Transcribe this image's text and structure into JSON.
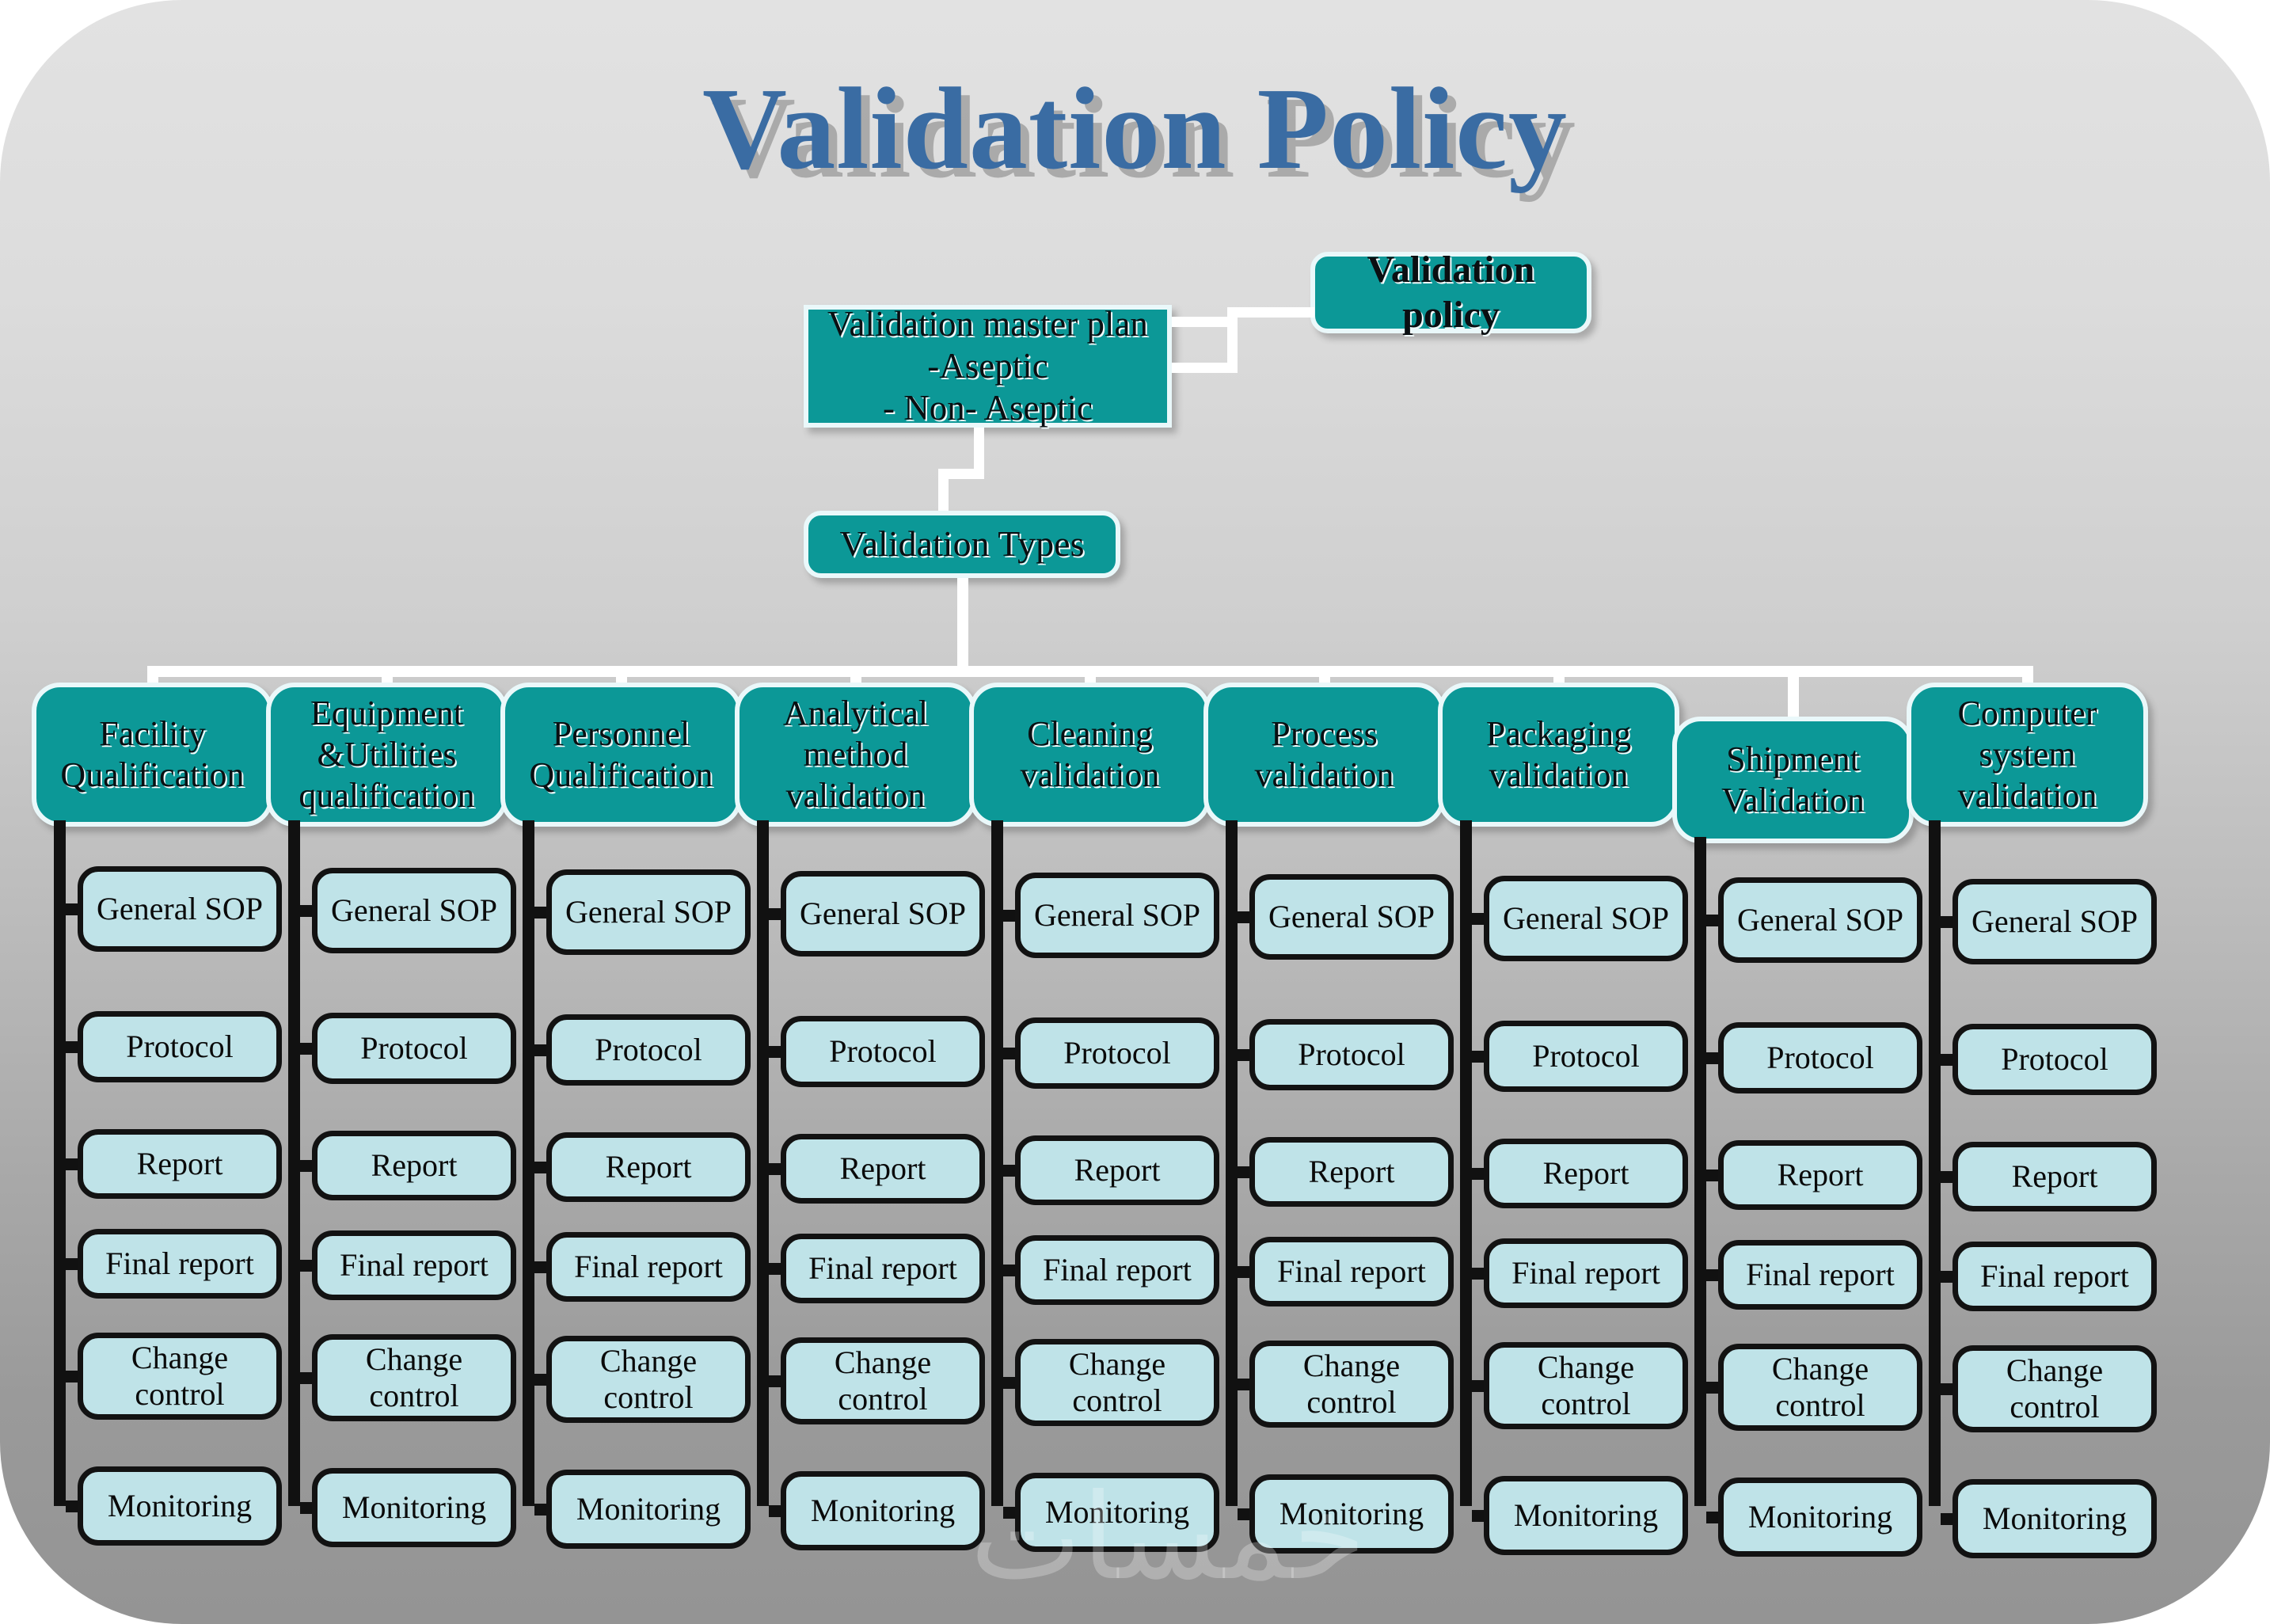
{
  "title": "Validation Policy",
  "colors": {
    "title_blue": "#3a6ca3",
    "teal": "#0c9897",
    "child_blue": "#bfe3e8",
    "connector_white": "#ffffff",
    "connector_black": "#111111",
    "background_top": "#e2e2e2",
    "background_bottom": "#949494"
  },
  "top_nodes": {
    "master_plan": "Validation master plan\n-Aseptic\n- Non- Aseptic",
    "master_plan_lines": [
      "Validation master plan",
      "-Aseptic",
      "- Non- Aseptic"
    ],
    "policy": "Validation policy",
    "types": "Validation Types"
  },
  "chart_data": {
    "type": "diagram",
    "title": "Validation Policy",
    "root": "Validation policy",
    "level1": "Validation master plan -Aseptic - Non- Aseptic",
    "level2": "Validation Types",
    "categories": [
      "Facility Qualification",
      "Equipment &Utilities qualification",
      "Personnel Qualification",
      "Analytical method validation",
      "Cleaning validation",
      "Process validation",
      "Packaging validation",
      "Shipment Validation",
      "Computer system validation"
    ],
    "common_children": [
      "General SOP",
      "Protocol",
      "Report",
      "Final report",
      "Change control",
      "Monitoring"
    ]
  },
  "columns": [
    {
      "id": "facility",
      "lines": [
        "Facility",
        "Qualification"
      ],
      "children": [
        "General SOP",
        "Protocol",
        "Report",
        "Final report",
        "Change control",
        "Monitoring"
      ]
    },
    {
      "id": "equipment",
      "lines": [
        "Equipment",
        "&Utilities",
        "qualification"
      ],
      "children": [
        "General SOP",
        "Protocol",
        "Report",
        "Final report",
        "Change control",
        "Monitoring"
      ]
    },
    {
      "id": "personnel",
      "lines": [
        "Personnel",
        "Qualification"
      ],
      "children": [
        "General SOP",
        "Protocol",
        "Report",
        "Final report",
        "Change control",
        "Monitoring"
      ]
    },
    {
      "id": "analytical",
      "lines": [
        "Analytical",
        "method",
        "validation"
      ],
      "children": [
        "General SOP",
        "Protocol",
        "Report",
        "Final report",
        "Change control",
        "Monitoring"
      ]
    },
    {
      "id": "cleaning",
      "lines": [
        "Cleaning",
        "validation"
      ],
      "children": [
        "General SOP",
        "Protocol",
        "Report",
        "Final report",
        "Change control",
        "Monitoring"
      ]
    },
    {
      "id": "process",
      "lines": [
        "Process",
        "validation"
      ],
      "children": [
        "General SOP",
        "Protocol",
        "Report",
        "Final report",
        "Change control",
        "Monitoring"
      ]
    },
    {
      "id": "packaging",
      "lines": [
        "Packaging",
        "validation"
      ],
      "children": [
        "General SOP",
        "Protocol",
        "Report",
        "Final report",
        "Change control",
        "Monitoring"
      ]
    },
    {
      "id": "shipment",
      "lines": [
        "Shipment",
        "Validation"
      ],
      "children": [
        "General SOP",
        "Protocol",
        "Report",
        "Final report",
        "Change control",
        "Monitoring"
      ]
    },
    {
      "id": "computer",
      "lines": [
        "Computer",
        "system",
        "validation"
      ],
      "children": [
        "General SOP",
        "Protocol",
        "Report",
        "Final report",
        "Change control",
        "Monitoring"
      ]
    }
  ],
  "watermark": "خمسات"
}
